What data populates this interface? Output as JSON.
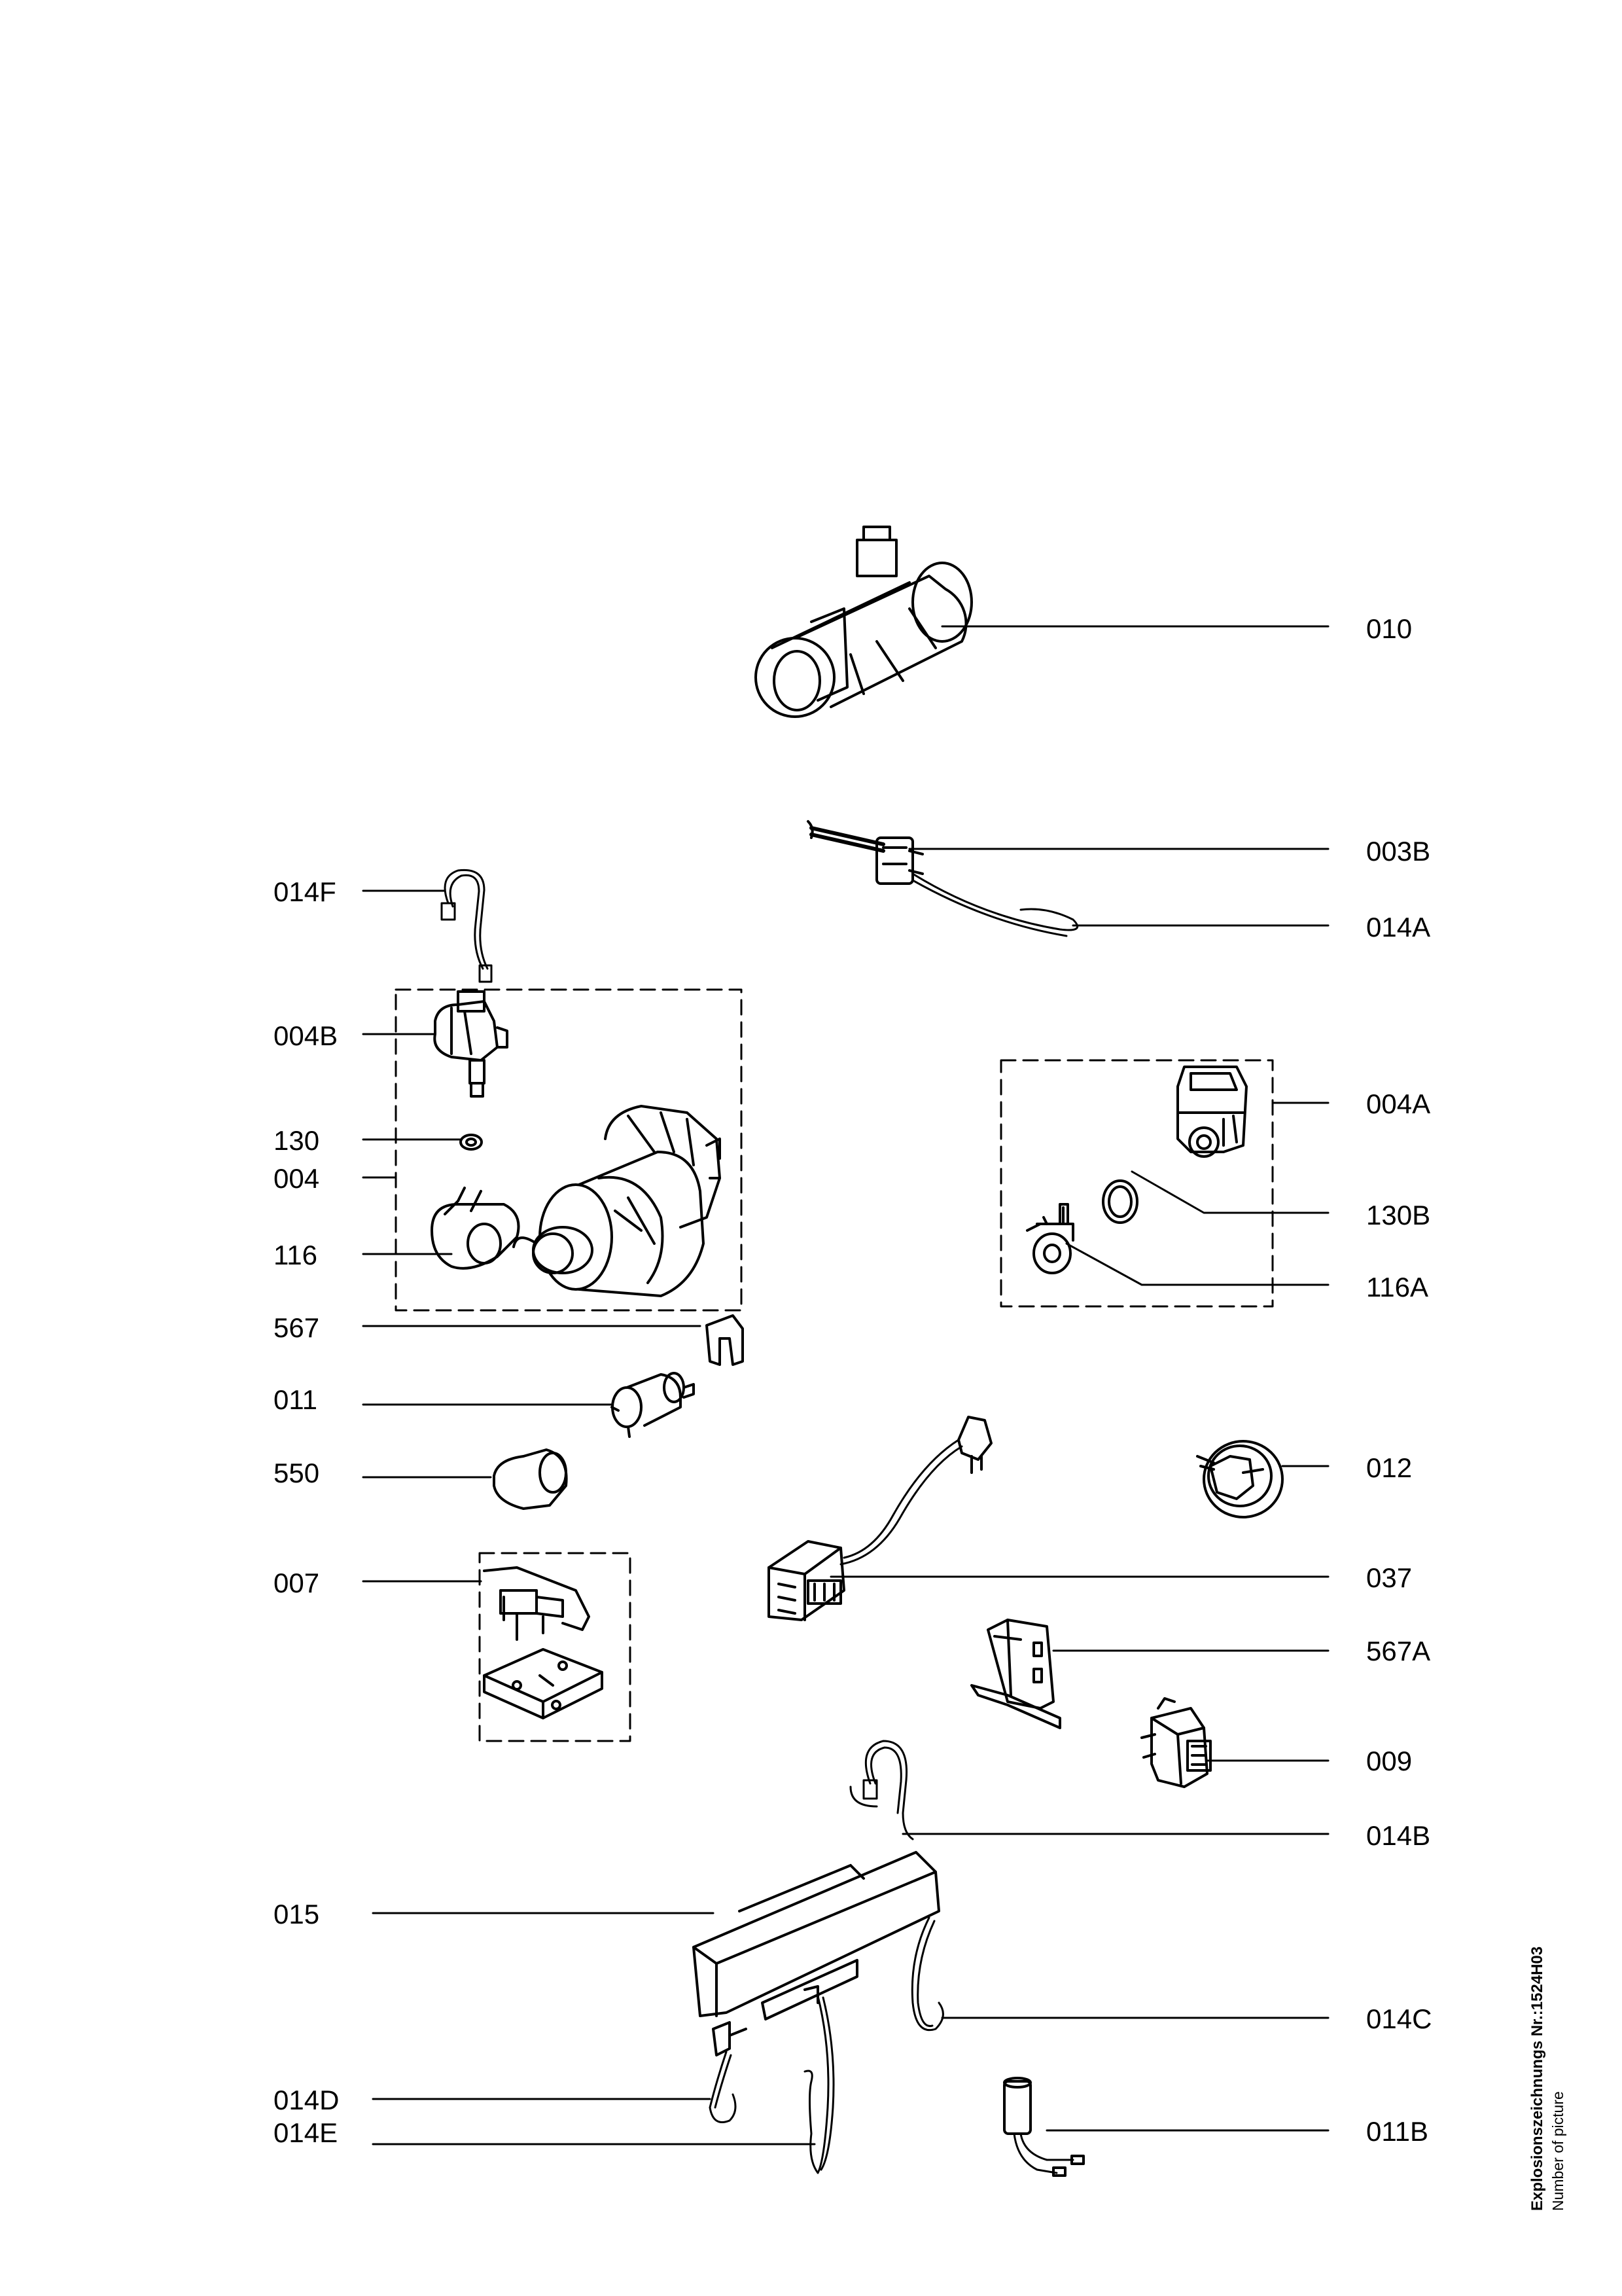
{
  "labels": {
    "p010": "010",
    "p003B": "003B",
    "p014A": "014A",
    "p014F": "014F",
    "p004B": "004B",
    "p130": "130",
    "p004": "004",
    "p116": "116",
    "p004A": "004A",
    "p130B": "130B",
    "p116A": "116A",
    "p567": "567",
    "p011": "011",
    "p550": "550",
    "p012": "012",
    "p007": "007",
    "p037": "037",
    "p567A": "567A",
    "p009": "009",
    "p014B": "014B",
    "p015": "015",
    "p014C": "014C",
    "p014D": "014D",
    "p014E": "014E",
    "p011B": "011B"
  },
  "footer": {
    "title": "Explosionszeichnungs Nr.:1524H03",
    "subtitle": "Number of picture"
  },
  "colors": {
    "line": "#000000",
    "background": "#ffffff"
  }
}
